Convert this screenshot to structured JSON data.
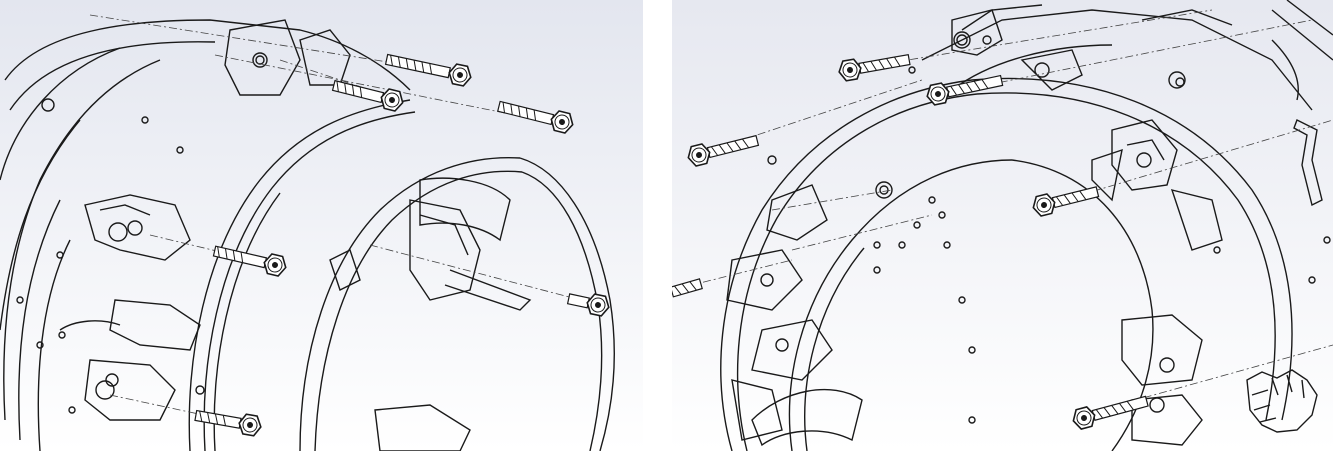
{
  "views": [
    {
      "id": "left-view",
      "background_top": "#e3e6ef",
      "background_bottom": "#ffffff",
      "bolts": [
        {
          "id": "bolt-top-1"
        },
        {
          "id": "bolt-top-2"
        },
        {
          "id": "bolt-top-3"
        },
        {
          "id": "bolt-mid"
        },
        {
          "id": "bolt-right"
        },
        {
          "id": "bolt-bottom"
        }
      ]
    },
    {
      "id": "right-view",
      "background_top": "#e6e8f0",
      "background_bottom": "#ffffff",
      "bolts": [
        {
          "id": "bolt-top-a"
        },
        {
          "id": "bolt-top-b"
        },
        {
          "id": "bolt-left"
        },
        {
          "id": "bolt-right"
        },
        {
          "id": "bolt-bottom"
        },
        {
          "id": "bolt-edge"
        }
      ]
    }
  ],
  "colors": {
    "line": "#1a1a1a",
    "centerline": "#444444",
    "bolt_fill": "#ffffff"
  },
  "icons": {
    "fastener": "hex-bolt-icon",
    "housing": "bellhousing-icon",
    "spline": "spline-shaft-icon"
  }
}
